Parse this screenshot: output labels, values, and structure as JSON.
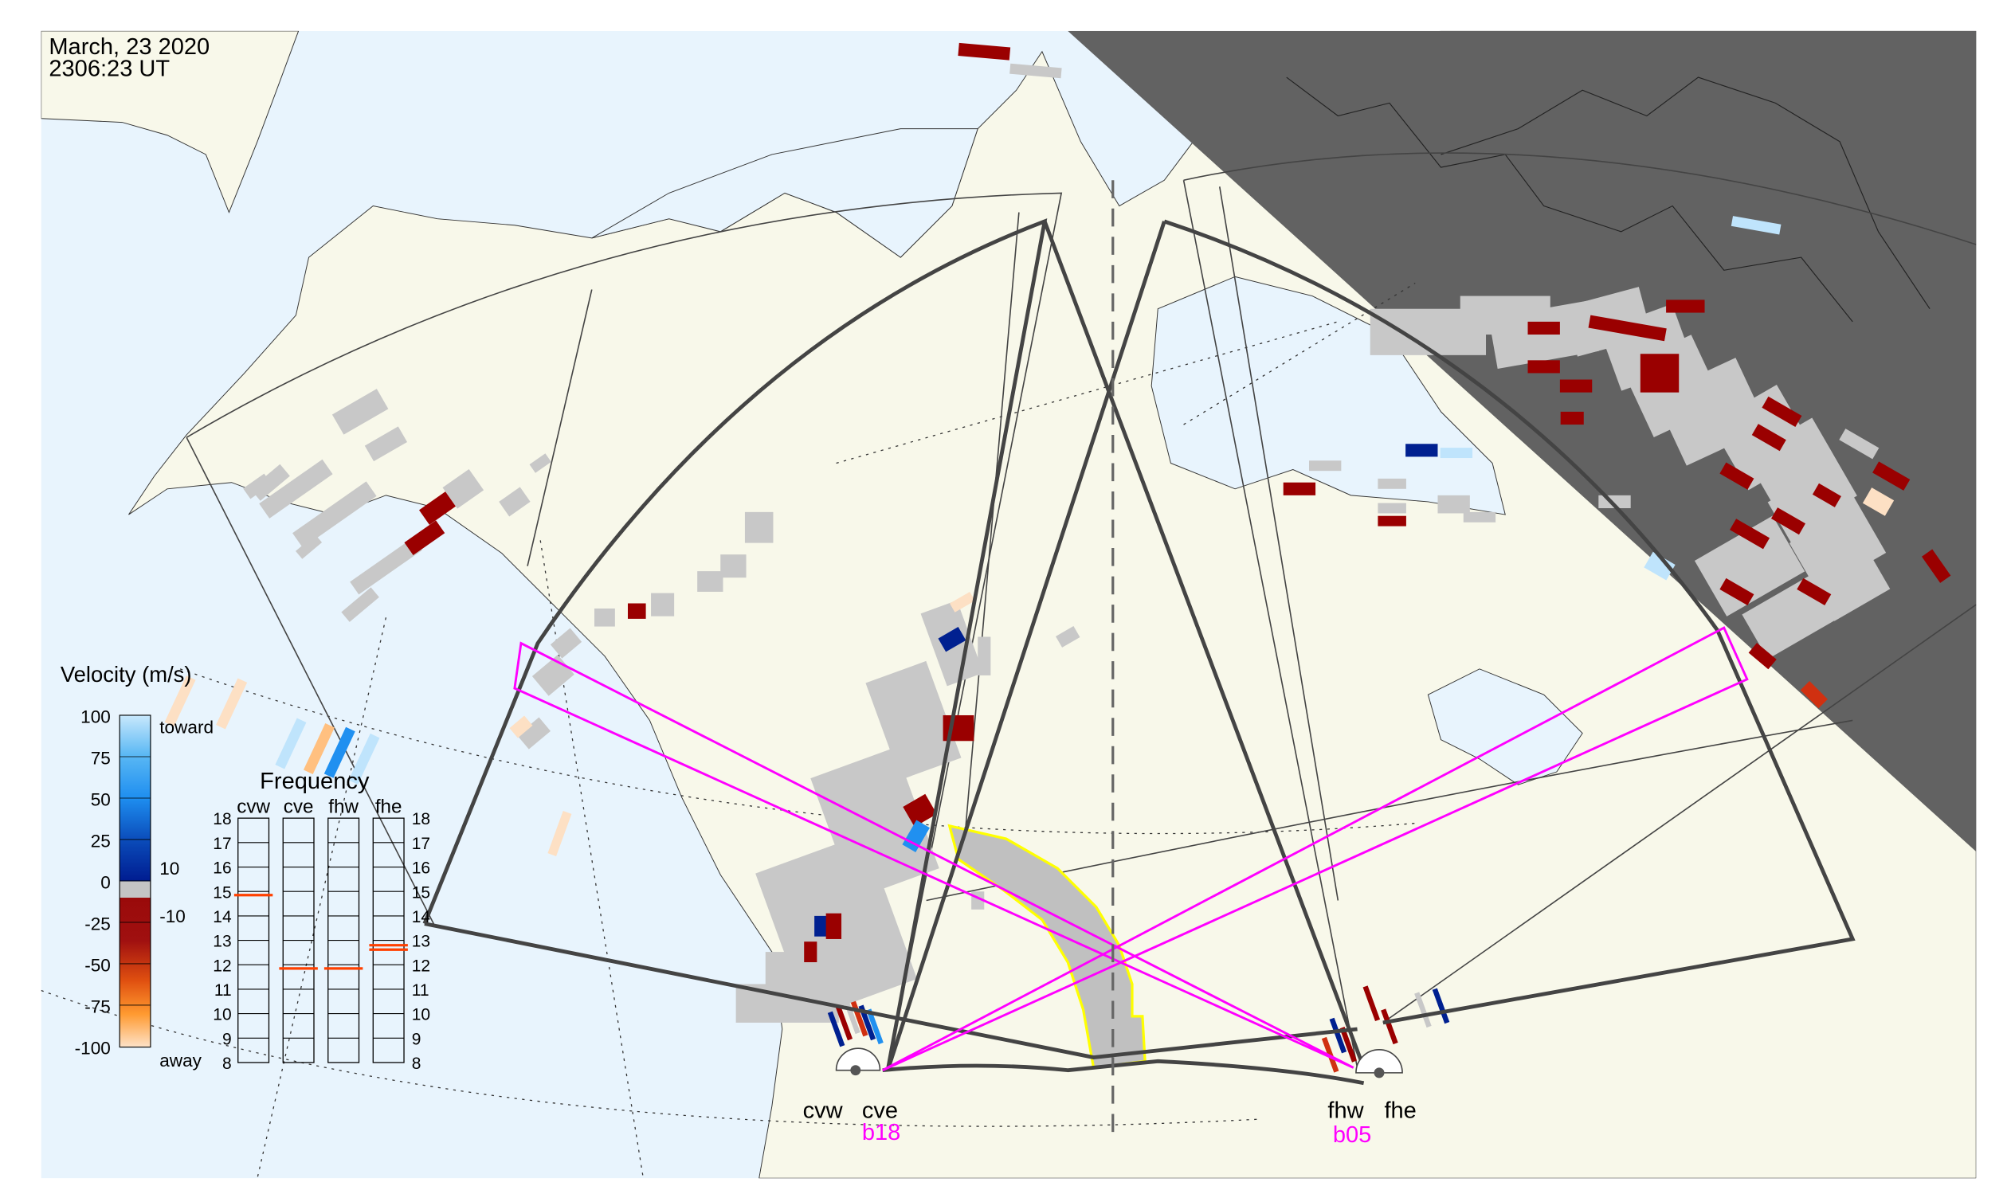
{
  "header": {
    "date": "March, 23 2020",
    "time": "2306:23 UT"
  },
  "legend": {
    "title": "Velocity (m/s)",
    "ticks": [
      "100",
      "75",
      "50",
      "25",
      "0",
      "-25",
      "-50",
      "-75",
      "-100"
    ],
    "toward_label": "toward",
    "away_label": "away",
    "gray_upper": "10",
    "gray_lower": "-10"
  },
  "frequency": {
    "title": "Frequency",
    "ticks": [
      "18",
      "17",
      "16",
      "15",
      "14",
      "13",
      "12",
      "11",
      "10",
      "9",
      "8"
    ],
    "radars": [
      {
        "name": "cvw",
        "mhz": [
          14.85
        ]
      },
      {
        "name": "cve",
        "mhz": [
          11.85
        ]
      },
      {
        "name": "fhw",
        "mhz": [
          11.85
        ]
      },
      {
        "name": "fhe",
        "mhz": [
          12.62,
          12.8
        ]
      }
    ]
  },
  "stations": {
    "cvw": "cvw",
    "cve": "cve",
    "fhw": "fhw",
    "fhe": "fhe",
    "beam_west": "b18",
    "beam_east": "b05"
  },
  "colors": {
    "ocean": "#e8f4fd",
    "land": "#f8f8ea",
    "night": "#626262",
    "fov": "#444444",
    "beam": "#ff00ff",
    "highlight": "#ffff00",
    "freq_mark": "#ff4000",
    "gray_scatter": "#c8c8c8"
  }
}
